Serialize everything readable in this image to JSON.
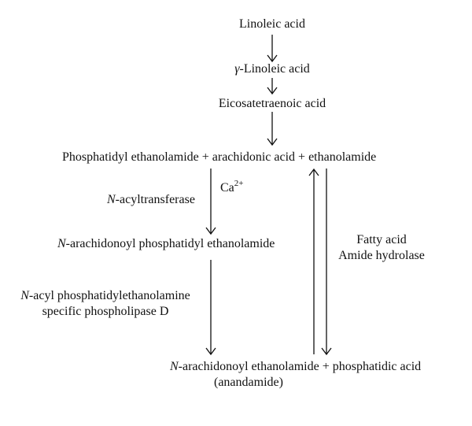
{
  "nodes": {
    "linoleic": "Linoleic acid",
    "gamma_prefix": "γ",
    "gamma_rest": "-Linoleic acid",
    "eicosa": "Eicosatetraenoic acid",
    "pe_line": "Phosphatidyl ethanolamide + arachidonic acid + ethanolamide",
    "nape_prefix": "N",
    "nape_rest": "-arachidonoyl phosphatidyl ethanolamide",
    "aea_prefix": "N",
    "aea_rest": "-arachidonoyl ethanolamide + phosphatidic acid",
    "aea_sub": "(anandamide)"
  },
  "enzymes": {
    "nat_prefix": "N",
    "nat_rest": "-acyltransferase",
    "ca_base": "Ca",
    "ca_sup": "2+",
    "pld_prefix": "N",
    "pld_line1_rest": "-acyl phosphatidylethanolamine",
    "pld_line2": "specific phospholipase D",
    "faah_line1": "Fatty acid",
    "faah_line2": "Amide hydrolase"
  }
}
